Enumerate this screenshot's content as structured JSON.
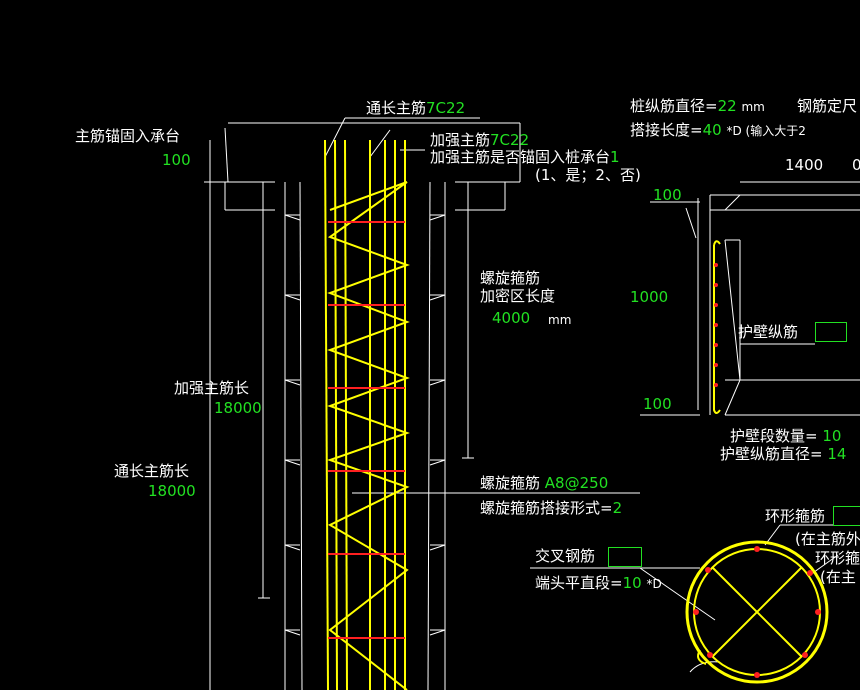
{
  "labels": {
    "main_rebar": "通长主筋",
    "main_rebar_spec": "7C22",
    "strengthen_rebar": "加强主筋",
    "strengthen_rebar_spec": "7C22",
    "anchor_into_cap": "加强主筋是否锚固入桩承台",
    "anchor_into_cap_value": "1",
    "anchor_options": "(1、是；2、否)",
    "main_anchor_label": "主筋锚固入承台",
    "main_anchor_value": "100",
    "spiral_dense_label1": "螺旋箍筋",
    "spiral_dense_label2": "加密区长度",
    "spiral_dense_value": "4000",
    "spiral_dense_unit": "mm",
    "strengthen_length_label": "加强主筋长",
    "strengthen_length_value": "18000",
    "main_length_label": "通长主筋长",
    "main_length_value": "18000",
    "spiral_label": "螺旋箍筋",
    "spiral_spec": "A8@250",
    "spiral_lap_label": "螺旋箍筋搭接形式=",
    "spiral_lap_value": "2",
    "pile_dia_label": "桩纵筋直径=",
    "pile_dia_value": "22",
    "pile_dia_unit": "mm",
    "fixed_length_label": "钢筋定尺",
    "lap_length_label": "搭接长度=",
    "lap_length_value": "40",
    "lap_length_suffix": "*D (输入大于2",
    "dim_1400": "1400",
    "dim_0": "0",
    "dim_100_top": "100",
    "dim_1000": "1000",
    "dim_100_bottom": "100",
    "wall_rebar_label": "护壁纵筋",
    "wall_segments_label": "护壁段数量=",
    "wall_segments_value": "10",
    "wall_rebar_dia_label": "护壁纵筋直径=",
    "wall_rebar_dia_value": "14",
    "ring_stirrup_label": "环形箍筋",
    "ring_note1": "(在主筋外",
    "ring_stirrup_label2": "环形箍",
    "ring_note2": "(在主",
    "cross_rebar_label": "交叉钢筋",
    "end_straight_label": "端头平直段=",
    "end_straight_value": "10",
    "end_straight_unit": "*D"
  },
  "colors": {
    "background": "#000000",
    "line": "#ffffff",
    "value": "#22e022",
    "rebar": "#ffff00",
    "stirrup": "#ff2020"
  }
}
